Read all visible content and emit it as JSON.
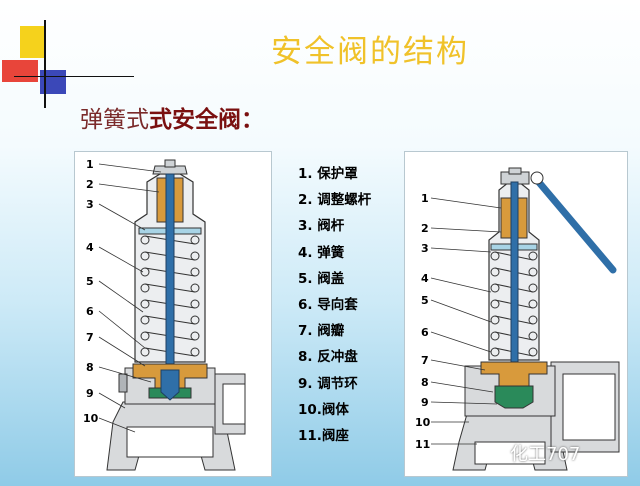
{
  "slide": {
    "title": "安全阀的结构",
    "subtitle_part1": "弹簧式",
    "subtitle_part2": "式安全阀：",
    "colors": {
      "title": "#f0c22a",
      "subtitle": "#7a1010",
      "spring_stem": "#2f6fa8",
      "adjust_screw": "#d89a3c",
      "disc": "#2a8a5a"
    }
  },
  "left_diagram": {
    "numbers": [
      "1",
      "2",
      "3",
      "4",
      "5",
      "6",
      "7",
      "8",
      "9",
      "10"
    ]
  },
  "legend": {
    "items": [
      "1. 保护罩",
      "2. 调整螺杆",
      "3. 阀杆",
      "4. 弹簧",
      "5. 阀盖",
      "6. 导向套",
      "7. 阀瓣",
      "8. 反冲盘",
      "9. 调节环",
      "10.阀体",
      "11.阀座"
    ]
  },
  "right_diagram": {
    "numbers": [
      "1",
      "2",
      "3",
      "4",
      "5",
      "6",
      "7",
      "8",
      "9",
      "10",
      "11"
    ]
  },
  "watermark": {
    "text": "化工707"
  }
}
